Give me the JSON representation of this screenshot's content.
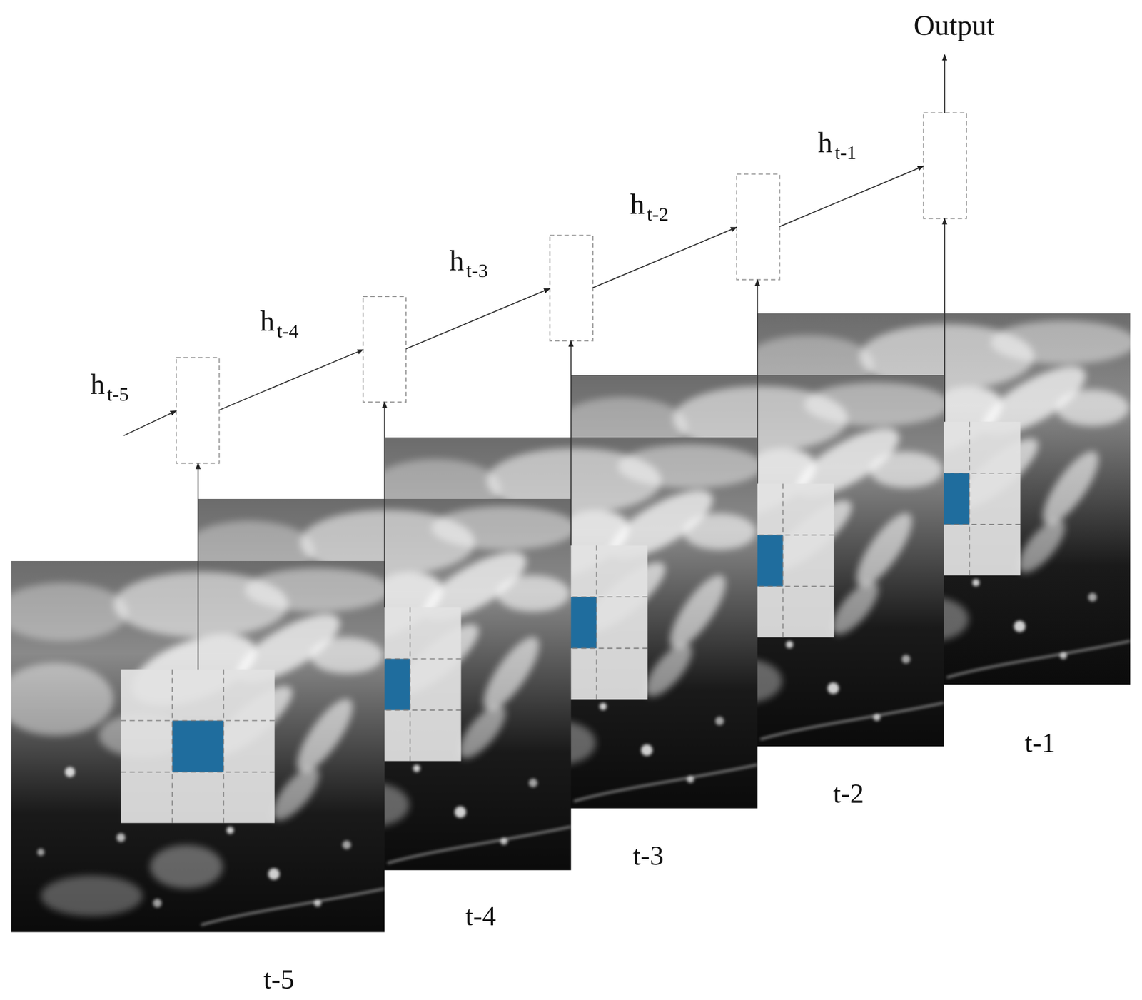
{
  "diagram": {
    "labels": [
      "Output",
      "h",
      "t-5",
      "h",
      "t-4",
      "h",
      "t-3",
      "h",
      "t-2",
      "h",
      "t-1",
      "t-5",
      "t-4",
      "t-3",
      "t-2",
      "t-1"
    ]
  }
}
